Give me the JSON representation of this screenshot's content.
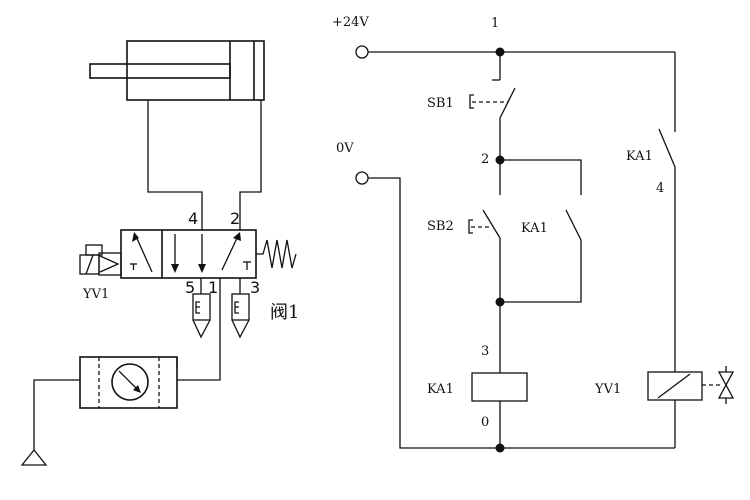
{
  "pneumatic": {
    "valve_coil_label": "YV1",
    "valve_name": "阀1",
    "port_4": "4",
    "port_2": "2",
    "port_5": "5",
    "port_1": "1",
    "port_3": "3"
  },
  "electrical": {
    "supply_positive": "+24V",
    "supply_zero": "0V",
    "node_1": "1",
    "node_2": "2",
    "node_3": "3",
    "node_4": "4",
    "node_0": "0",
    "stop_button": "SB1",
    "start_button": "SB2",
    "relay_contact_hold": "KA1",
    "relay_contact_output": "KA1",
    "relay_coil": "KA1",
    "solenoid_coil": "YV1"
  }
}
